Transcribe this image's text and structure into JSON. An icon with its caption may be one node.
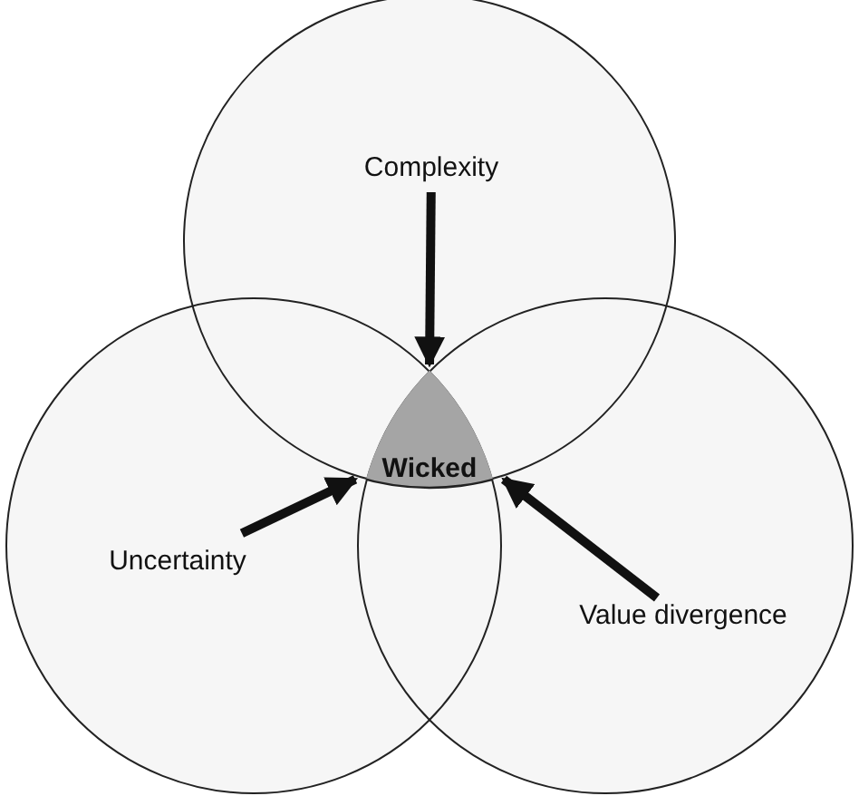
{
  "diagram": {
    "nodes": [
      {
        "text": [],
        "shape": "circle"
      },
      {
        "text": [],
        "shape": "circle"
      },
      {
        "text": [],
        "shape": "circle"
      },
      {
        "text": [
          "Complexity"
        ],
        "in": 0
      },
      {
        "text": [
          "Wicked"
        ]
      },
      {
        "text": [
          "Uncertainty"
        ],
        "in": 1
      },
      {
        "text": [
          "Value divergence"
        ],
        "in": 2
      }
    ],
    "edges": [
      {
        "from": 3,
        "to": 4,
        "arrow": "to"
      },
      {
        "from": 5,
        "to": 4,
        "arrow": "to"
      },
      {
        "from": 6,
        "to": 4,
        "arrow": "to"
      }
    ]
  }
}
